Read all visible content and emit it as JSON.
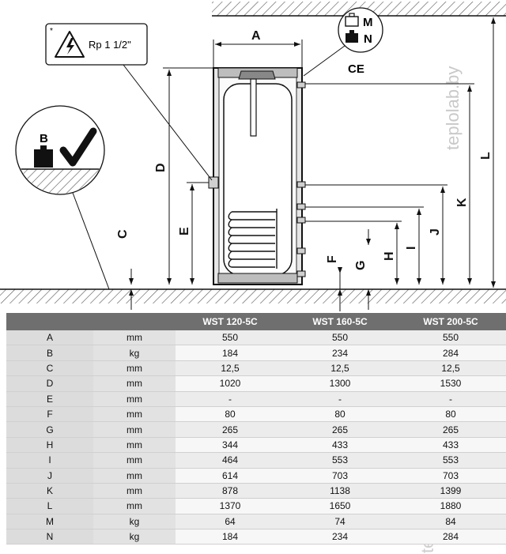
{
  "diagram": {
    "warning_box": {
      "asterisk": "*",
      "connection": "Rp 1 1/2\""
    },
    "weight_label_b": "B",
    "weight_legend": [
      {
        "key": "M",
        "icon": "empty-weight-icon"
      },
      {
        "key": "N",
        "icon": "full-weight-icon"
      }
    ],
    "ce_mark": "CE",
    "dimension_labels": [
      "A",
      "D",
      "C",
      "E",
      "F",
      "G",
      "H",
      "I",
      "J",
      "K",
      "L"
    ],
    "watermark": "teplolab.by",
    "colors": {
      "line": "#111111",
      "hatch": "#555555",
      "wall_fill": "#d9d9d9"
    }
  },
  "table": {
    "headers": [
      "",
      "",
      "WST 120-5C",
      "WST 160-5C",
      "WST 200-5C"
    ],
    "rows": [
      [
        "A",
        "mm",
        "550",
        "550",
        "550"
      ],
      [
        "B",
        "kg",
        "184",
        "234",
        "284"
      ],
      [
        "C",
        "mm",
        "12,5",
        "12,5",
        "12,5"
      ],
      [
        "D",
        "mm",
        "1020",
        "1300",
        "1530"
      ],
      [
        "E",
        "mm",
        "-",
        "-",
        "-"
      ],
      [
        "F",
        "mm",
        "80",
        "80",
        "80"
      ],
      [
        "G",
        "mm",
        "265",
        "265",
        "265"
      ],
      [
        "H",
        "mm",
        "344",
        "433",
        "433"
      ],
      [
        "I",
        "mm",
        "464",
        "553",
        "553"
      ],
      [
        "J",
        "mm",
        "614",
        "703",
        "703"
      ],
      [
        "K",
        "mm",
        "878",
        "1138",
        "1399"
      ],
      [
        "L",
        "mm",
        "1370",
        "1650",
        "1880"
      ],
      [
        "M",
        "kg",
        "64",
        "74",
        "84"
      ],
      [
        "N",
        "kg",
        "184",
        "234",
        "284"
      ]
    ],
    "colors": {
      "header_bg": "#6f6f6f",
      "header_text": "#ffffff",
      "row_light": "#f7f7f7",
      "row_dark": "#ececec"
    }
  }
}
